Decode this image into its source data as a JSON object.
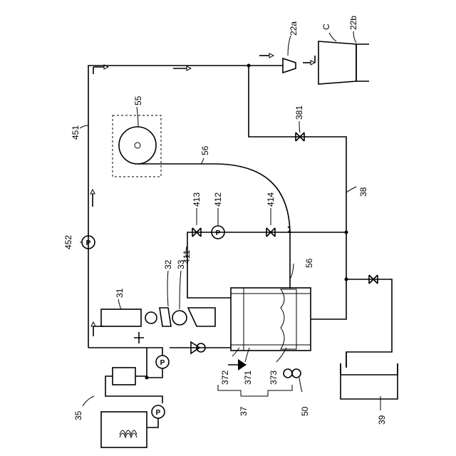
{
  "labels": {
    "l22a": "22a",
    "lC": "C",
    "l22b": "22b",
    "l381": "381",
    "l55": "55",
    "l56a": "56",
    "l56b": "56",
    "l451": "451",
    "l38": "38",
    "l413": "413",
    "l412": "412",
    "l414": "414",
    "l452": "452",
    "l411": "411",
    "l31": "31",
    "l32": "32",
    "l33": "33",
    "l35": "35",
    "l37": "37",
    "l372": "372",
    "l371": "371",
    "l373": "373",
    "l50": "50",
    "l39": "39"
  },
  "pump_symbol": "P"
}
